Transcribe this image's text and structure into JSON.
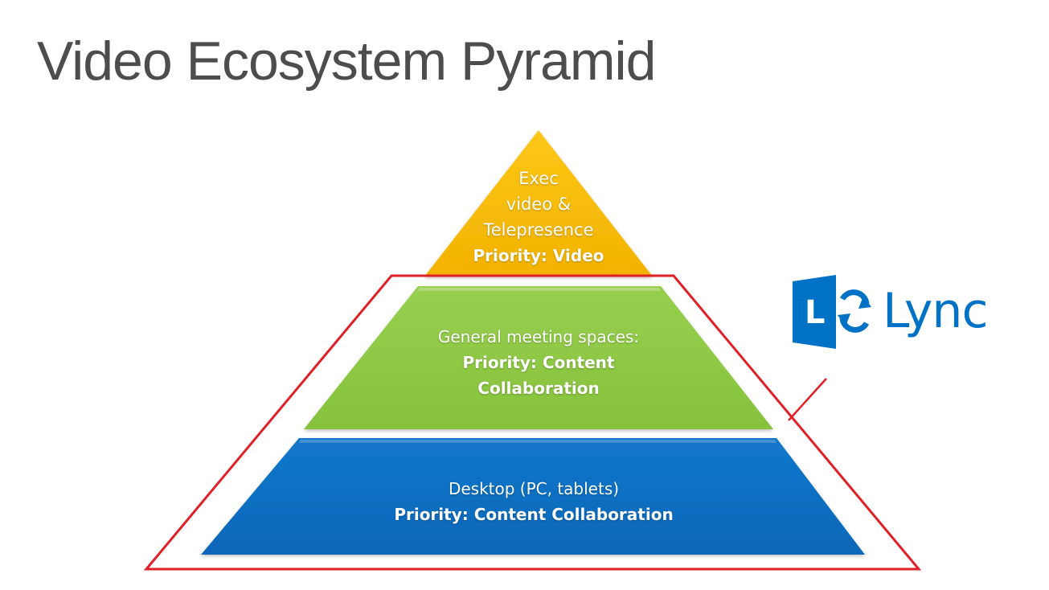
{
  "title": "Video Ecosystem Pyramid",
  "tiers": {
    "top": {
      "lines": [
        "Exec",
        "video &",
        "Telepresence"
      ],
      "priority": "Priority: Video",
      "color": "#f5b700"
    },
    "middle": {
      "lines": [
        "General meeting spaces:"
      ],
      "priority": [
        "Priority:  Content",
        "Collaboration"
      ],
      "color": "#8dc641"
    },
    "bottom": {
      "lines": [
        "Desktop (PC, tablets)"
      ],
      "priority": "Priority:  Content Collaboration",
      "color": "#0a6fc2"
    }
  },
  "highlight_color": "#e01f26",
  "logo": {
    "icon_letter": "L",
    "wordmark": "Lync",
    "color": "#0072c6",
    "icon_name": "lync-logo-icon"
  }
}
